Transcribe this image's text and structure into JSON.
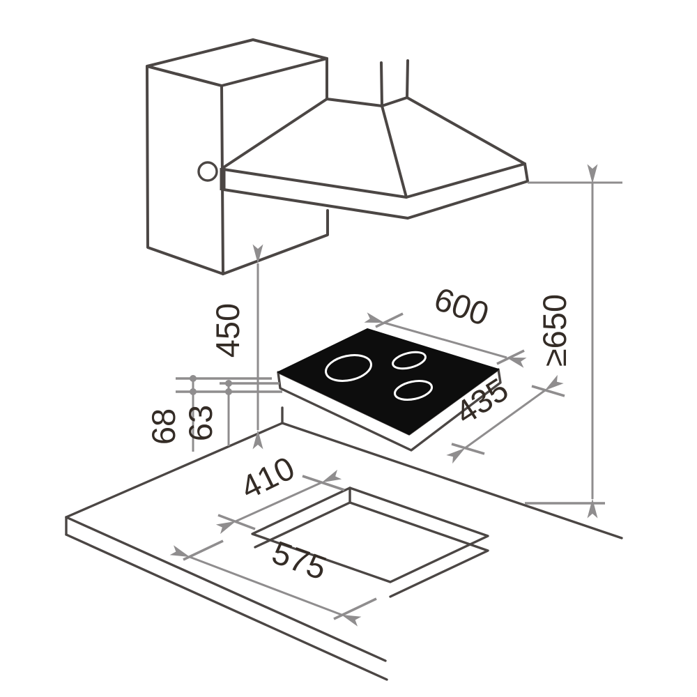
{
  "diagram": {
    "title": "hob-and-hood-installation-diagram",
    "dimensions": {
      "hob_width": "600",
      "hob_depth": "435",
      "hood_clearance": "450",
      "hood_min_height": "≥650",
      "hob_total_height": "68",
      "hob_body_height": "63",
      "cutout_depth": "410",
      "cutout_width": "575"
    },
    "components": {
      "wall_cabinet": "wall cabinet",
      "cooker_hood": "chimney cooker hood",
      "hob": "black glass hob with 3 burners",
      "worktop": "worktop with rectangular cutout"
    },
    "colors": {
      "outline": "#4b4644",
      "dimension": "#8f8d8e",
      "text": "#342c26",
      "hob_glass": "#0d0d0d",
      "background": "#ffffff"
    }
  }
}
